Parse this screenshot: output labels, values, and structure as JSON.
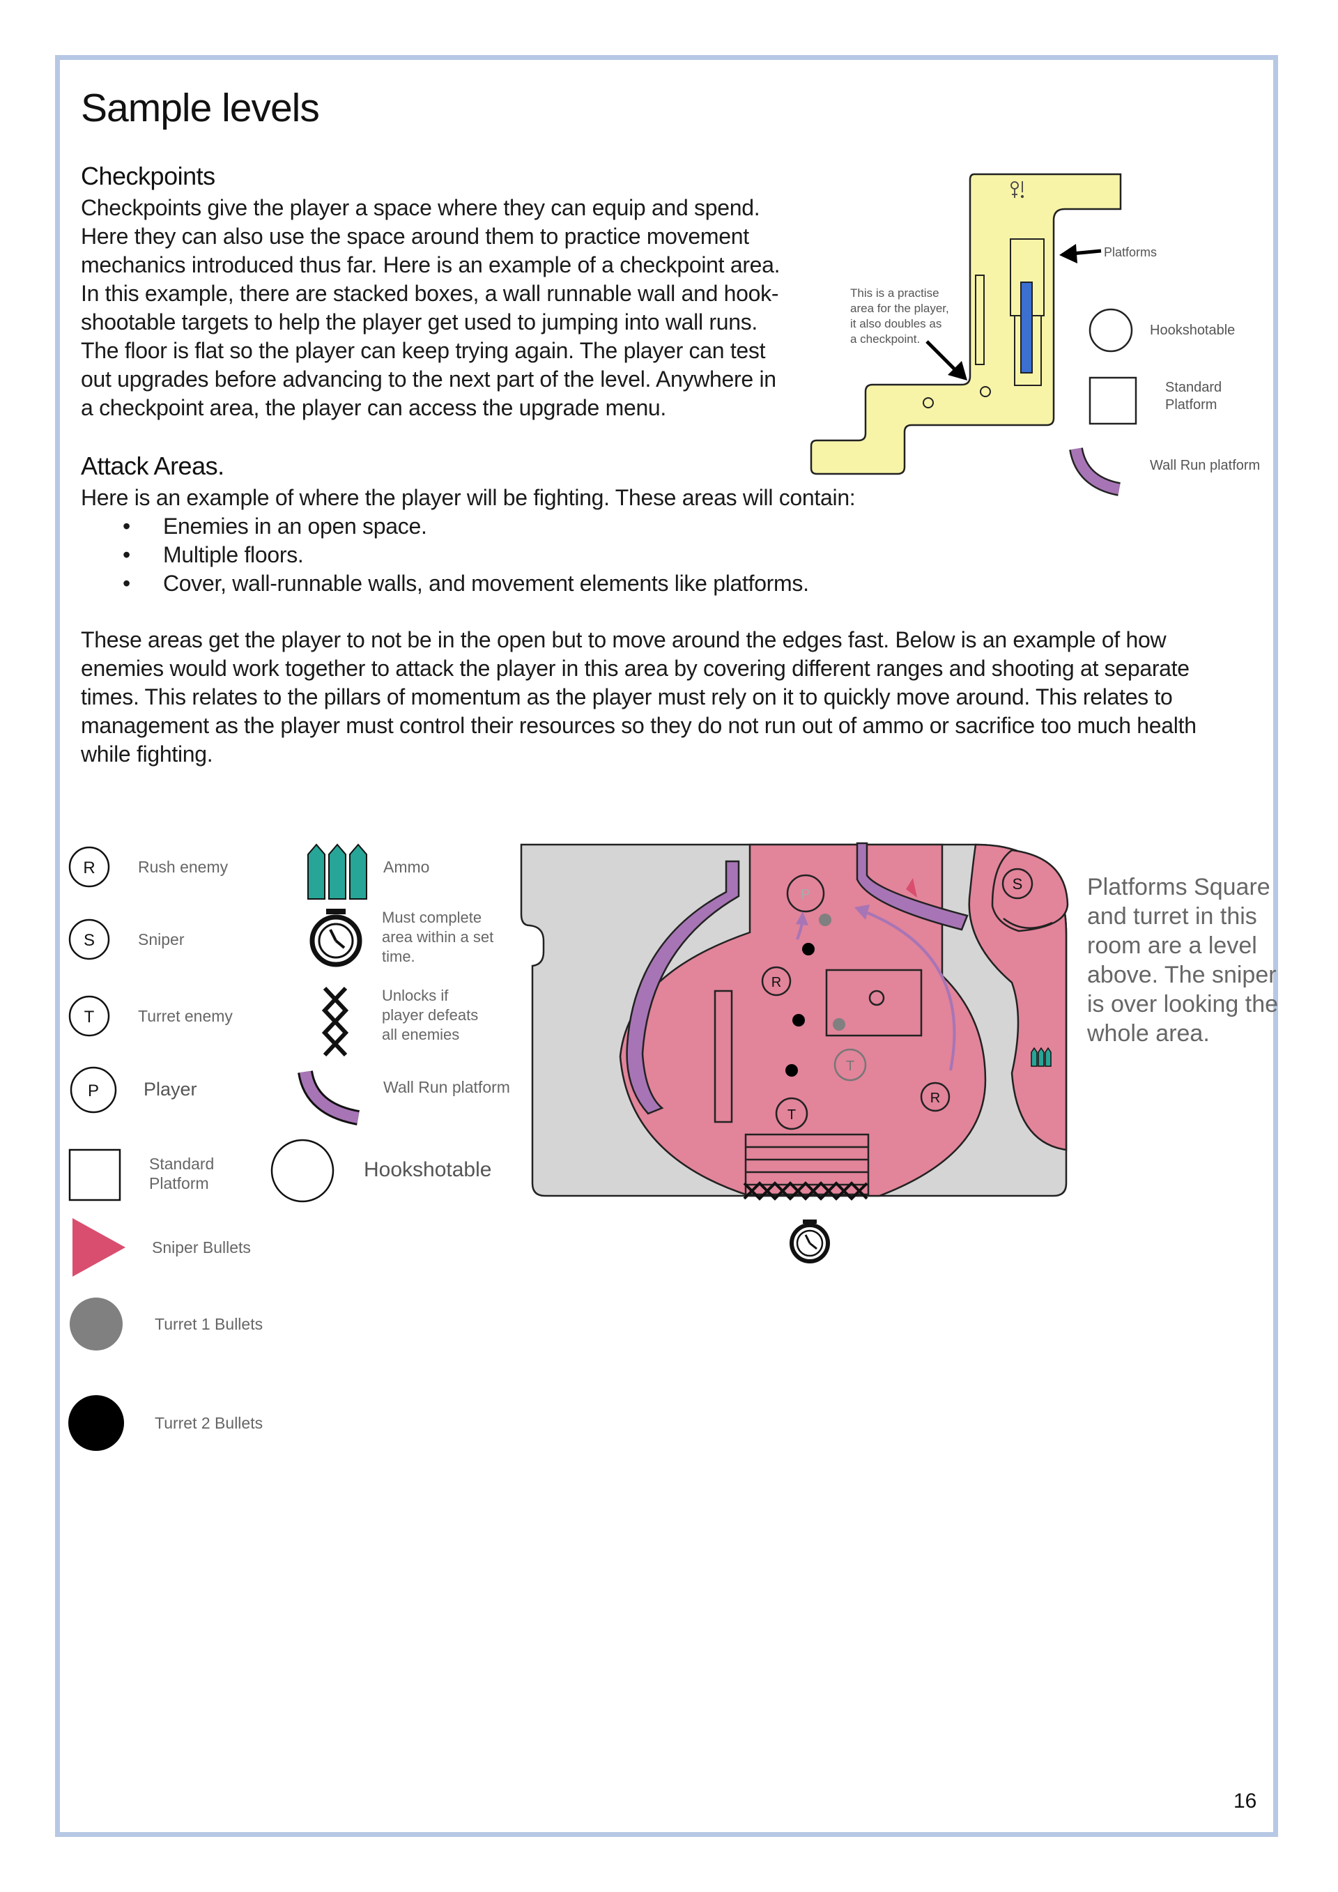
{
  "page": {
    "title": "Sample levels",
    "page_number": "16"
  },
  "checkpoints": {
    "heading": "Checkpoints",
    "lines": [
      "Checkpoints give the player a space where they can equip and spend.",
      "Here they can also use the space around them to practice movement",
      "mechanics introduced thus far. Here is an example of a checkpoint area.",
      "In this example, there are stacked boxes, a wall runnable wall and hook-",
      "shootable targets to help the player get used to jumping into wall runs.",
      "The floor is flat so the player can keep trying again. The player can test",
      "out upgrades before advancing to the next part of the level. Anywhere in",
      "a checkpoint area, the player can access the upgrade menu."
    ],
    "diagram": {
      "note_lines": [
        "This is a practise",
        "area for the player,",
        "it also doubles as",
        "a checkpoint."
      ],
      "platforms_label": "Platforms",
      "legend_hookshotable": "Hookshotable",
      "legend_standard_platform": [
        "Standard",
        "Platform"
      ],
      "legend_wall_run": "Wall Run platform",
      "colors": {
        "floor": "#f7f4a8",
        "wall_run": "#3b6fd0"
      }
    }
  },
  "attack": {
    "heading": "Attack Areas.",
    "intro": "Here is an example of where the player will be fighting. These areas will contain:",
    "bullets": [
      "Enemies in an open space.",
      "Multiple floors.",
      "Cover, wall-runnable walls, and movement elements like platforms."
    ],
    "body_lines": [
      "These areas get the player to not be in the open but to move around the edges fast. Below is an example of how",
      "enemies would work together to attack the player in this area by covering different ranges and shooting at separate",
      "times. This relates to the pillars of momentum as the player must rely on it to quickly move around. This relates to",
      "management as the player must control their resources so they do not run out of ammo or sacrifice too much health",
      "while fighting."
    ]
  },
  "legend": {
    "rush_symbol": "R",
    "rush": "Rush enemy",
    "sniper_symbol": "S",
    "sniper": "Sniper",
    "turret_symbol": "T",
    "turret": "Turret enemy",
    "player_symbol": "P",
    "player": "Player",
    "standard_platform": [
      "Standard",
      "Platform"
    ],
    "sniper_bullets": "Sniper Bullets",
    "turret1_bullets": "Turret 1 Bullets",
    "turret2_bullets": "Turret 2 Bullets",
    "ammo": "Ammo",
    "timer": [
      "Must complete",
      "area within a set",
      "time."
    ],
    "unlock": [
      "Unlocks if",
      "player defeats",
      "all enemies"
    ],
    "wall_run": "Wall Run platform",
    "hookshotable": "Hookshotable",
    "colors": {
      "pink": "#e2849a",
      "purple": "#a775b5",
      "teal": "#27a597",
      "grey_floor": "#d5d5d5",
      "sniper_bullet": "#d94e6e",
      "turret1_bullet": "#808080",
      "turret2_bullet": "#000000"
    }
  },
  "map": {
    "side_note": "Platforms Square and turret in this room are a level above. The sniper is over looking the whole area.",
    "labels": {
      "player": "P",
      "rush_1": "R",
      "rush_2": "R",
      "sniper": "S",
      "turret_1": "T",
      "turret_2": "T"
    }
  }
}
